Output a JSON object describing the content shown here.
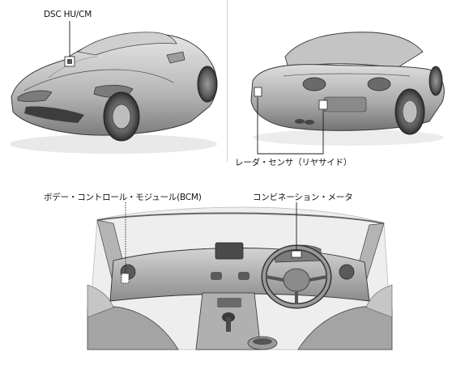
{
  "labels": {
    "dsc": "DSC HU/CM",
    "radar": "レーダ・センサ（リヤサイド）",
    "bcm": "ボデー・コントロール・モジュール(BCM)",
    "meter": "コンビネーション・メータ"
  },
  "colors": {
    "body_light": "#d9d9d9",
    "body_mid": "#a9a9a9",
    "body_dark": "#6e6e6e",
    "line": "#2a2a2a",
    "leader": "#1a1a1a"
  }
}
